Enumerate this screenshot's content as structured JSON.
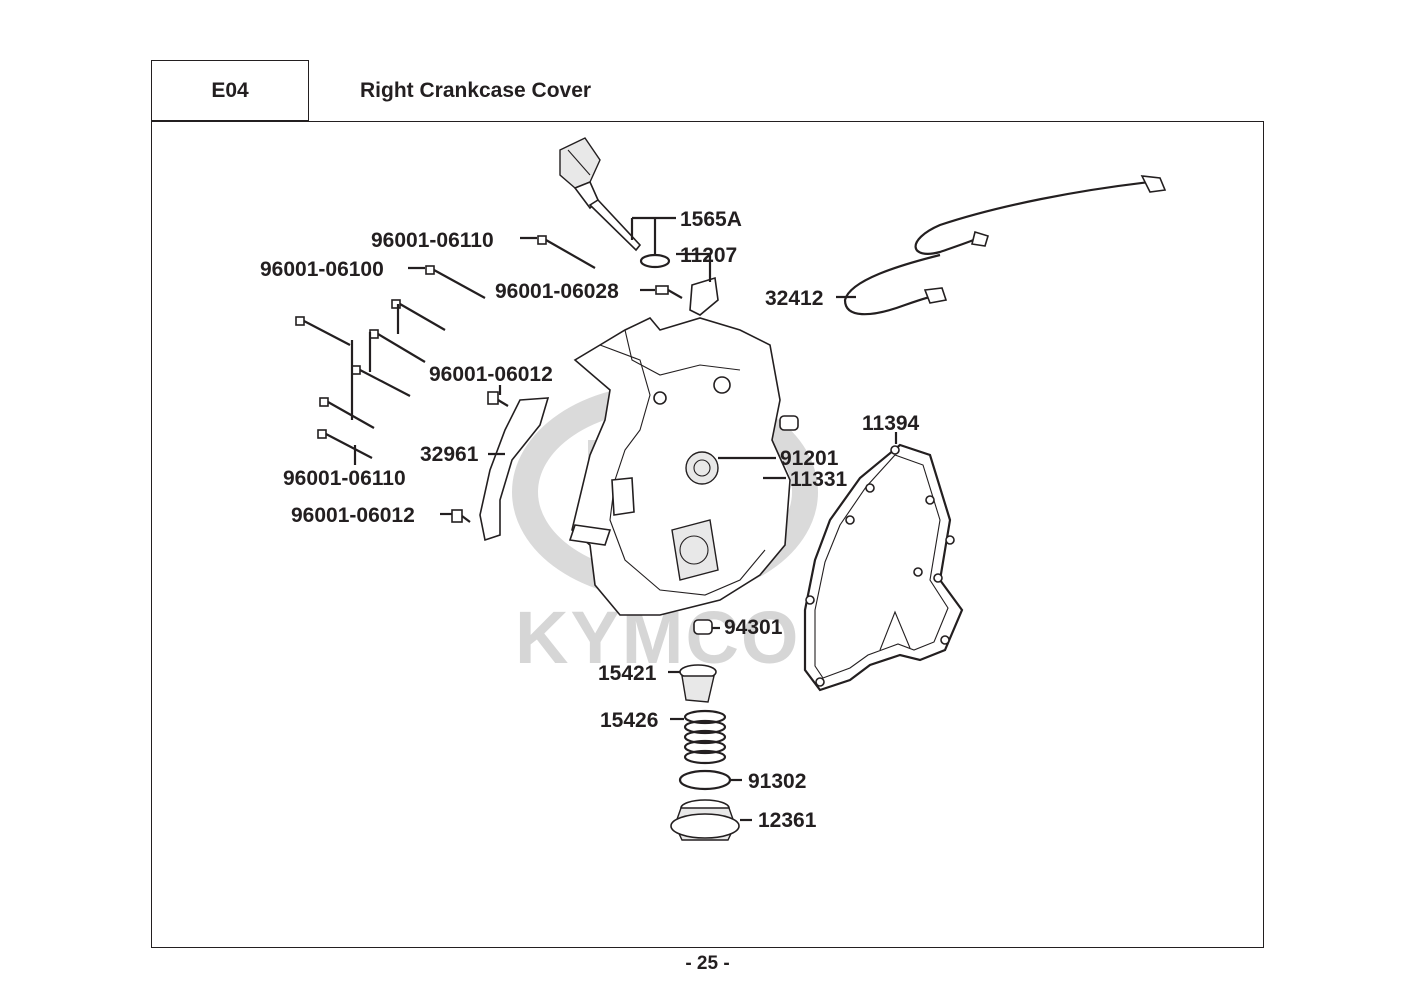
{
  "header": {
    "code": "E04",
    "title": "Right Crankcase Cover"
  },
  "watermark": {
    "brand": "KYMCO",
    "color": "#d6d6d6"
  },
  "parts": {
    "p1565A": "1565A",
    "p11207": "11207",
    "p96001_06110_top": "96001-06110",
    "p96001_06100": "96001-06100",
    "p96001_06028": "96001-06028",
    "p32412": "32412",
    "p96001_06012_mid": "96001-06012",
    "p11394": "11394",
    "p32961": "32961",
    "p91201": "91201",
    "p11331": "11331",
    "p96001_06110_bot": "96001-06110",
    "p96001_06012_bot": "96001-06012",
    "p94301": "94301",
    "p15421": "15421",
    "p15426": "15426",
    "p91302": "91302",
    "p12361": "12361"
  },
  "footer": {
    "page": "- 25 -"
  }
}
